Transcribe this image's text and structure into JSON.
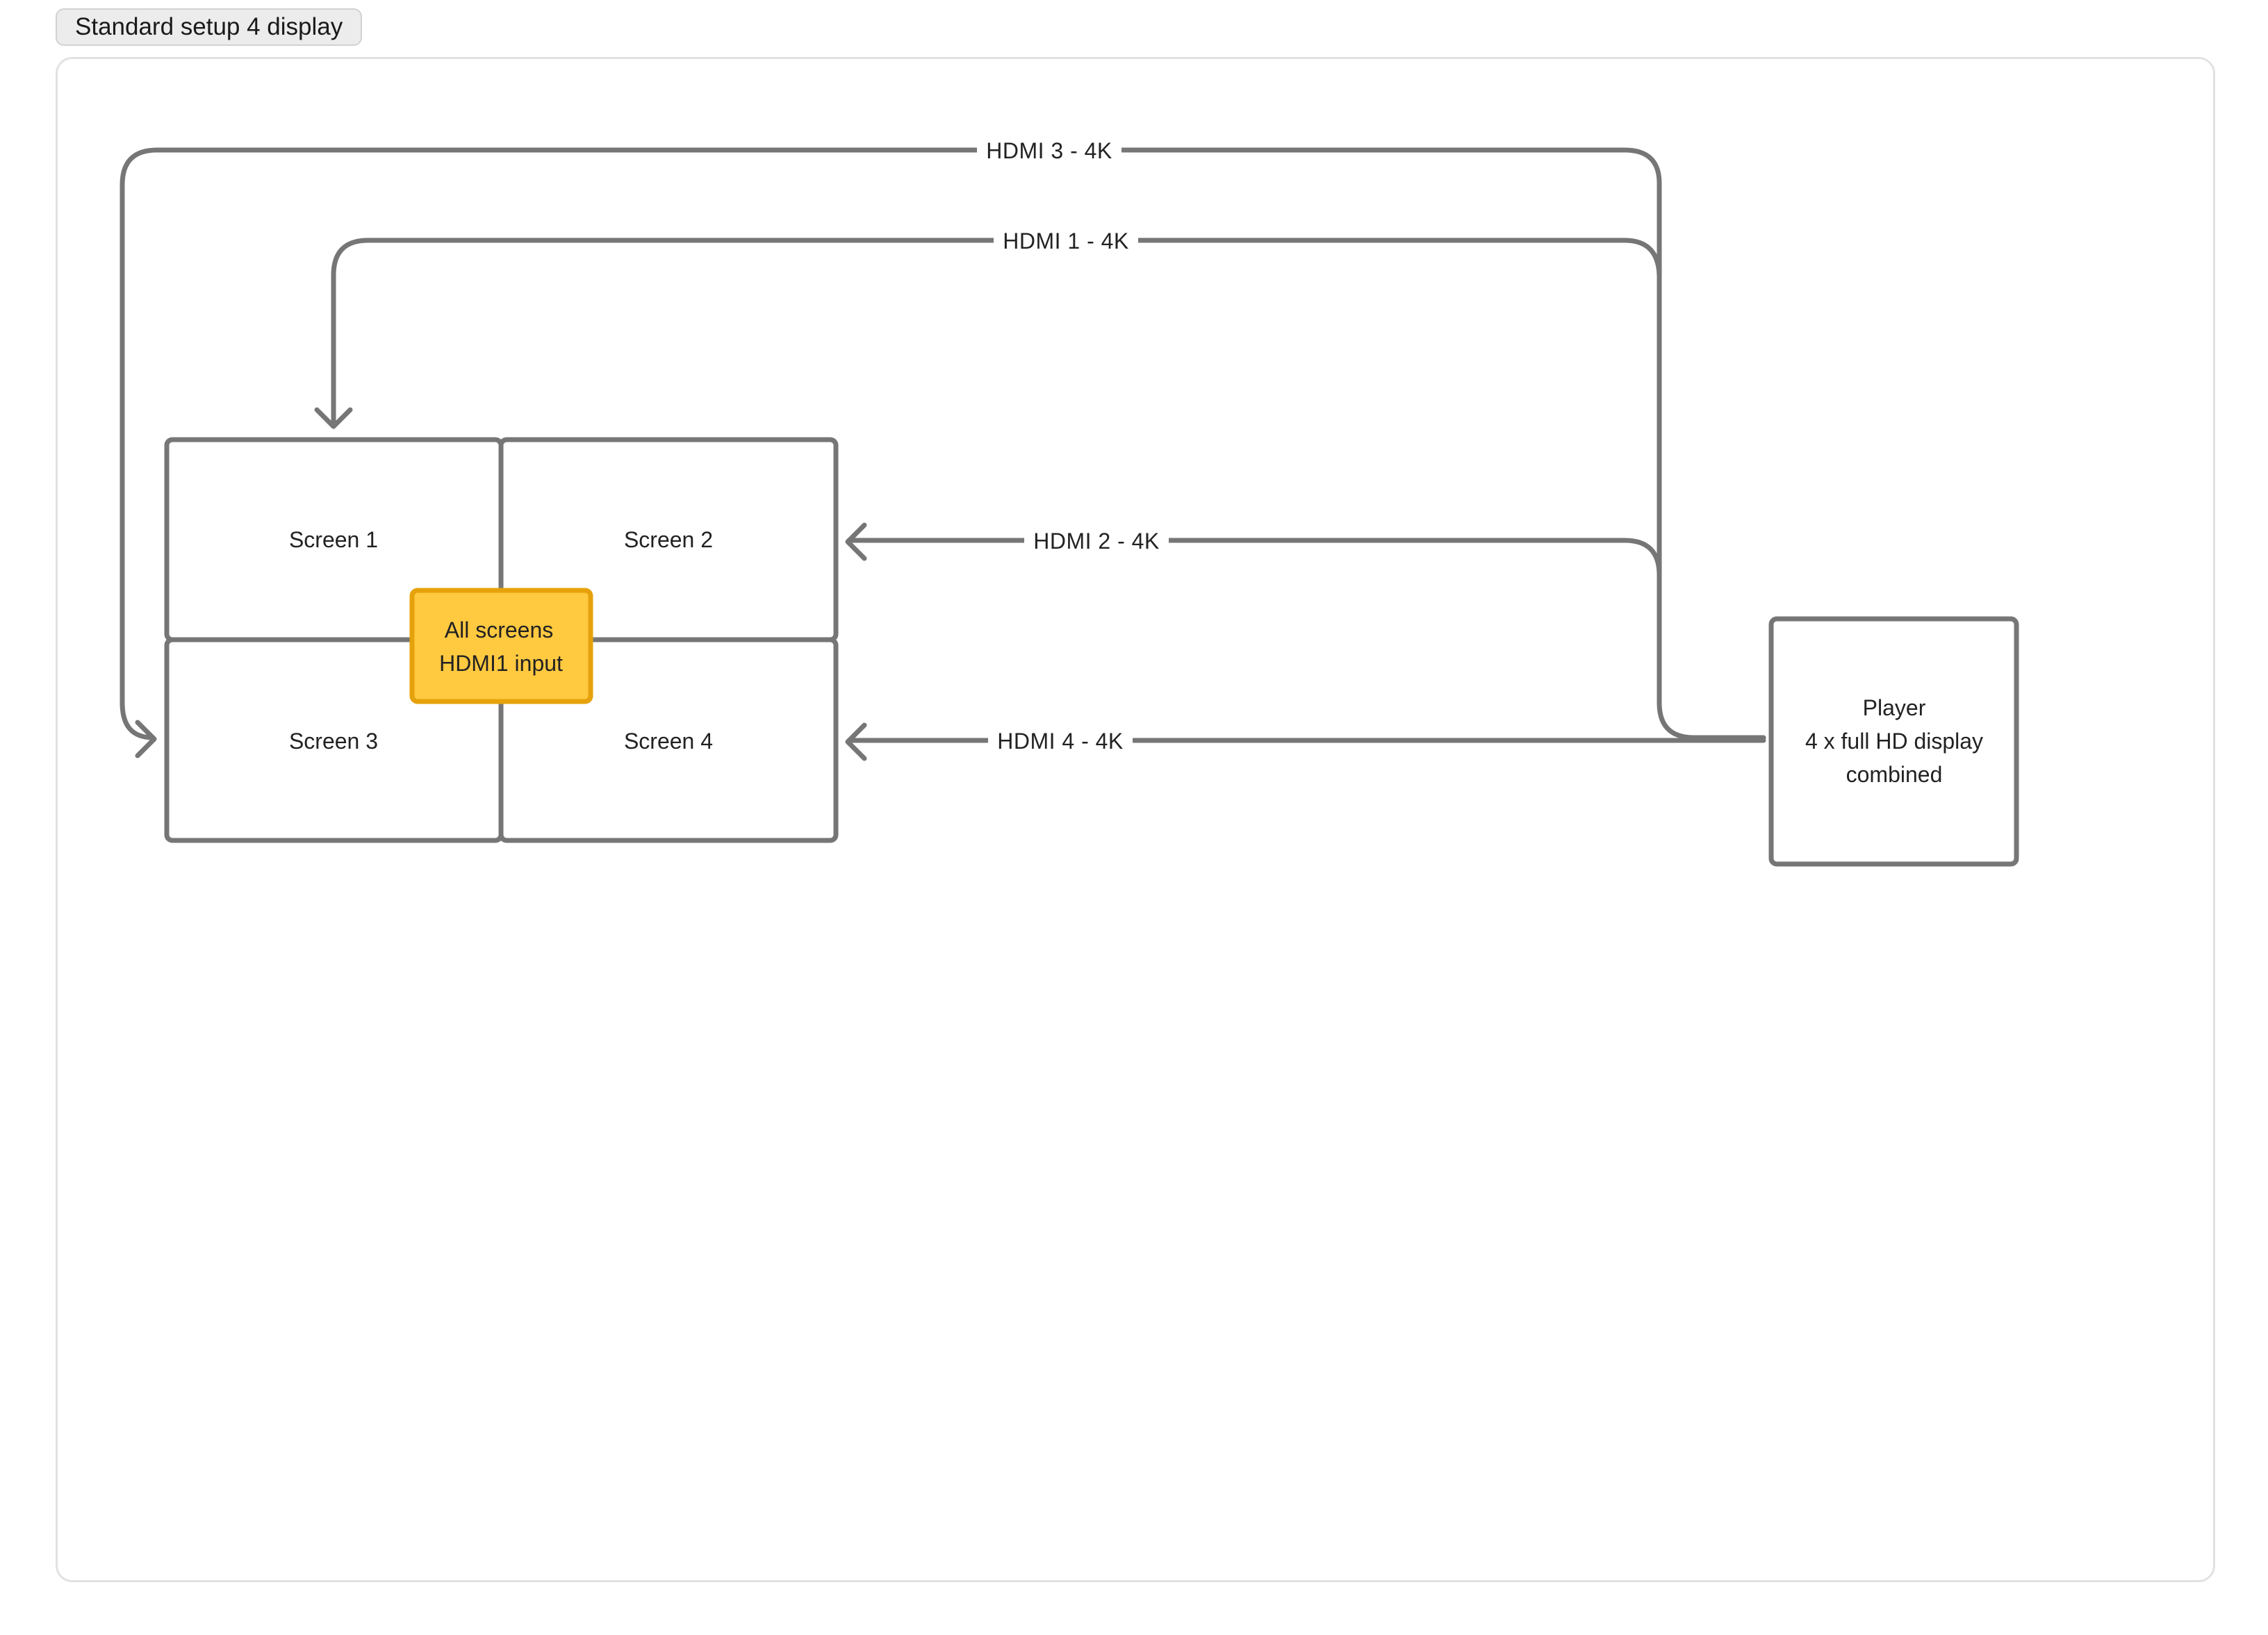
{
  "frame": {
    "title": "Standard setup 4 display"
  },
  "screens": [
    {
      "label": "Screen 1"
    },
    {
      "label": "Screen 2"
    },
    {
      "label": "Screen 3"
    },
    {
      "label": "Screen 4"
    }
  ],
  "callout": {
    "line1": "All screens",
    "line2": "HDMI1 input",
    "fill_color": "#ffc940",
    "border_color": "#e6a20a"
  },
  "player": {
    "line1": "Player",
    "line2": "4 x full HD display",
    "line3": "combined"
  },
  "connections": [
    {
      "label": "HDMI 1 - 4K",
      "to": "Screen 1"
    },
    {
      "label": "HDMI 2 - 4K",
      "to": "Screen 2"
    },
    {
      "label": "HDMI 3 - 4K",
      "to": "Screen 3"
    },
    {
      "label": "HDMI 4 - 4K",
      "to": "Screen 4"
    }
  ],
  "colors": {
    "wire": "#767676",
    "frame_border": "#e2e2e2"
  }
}
